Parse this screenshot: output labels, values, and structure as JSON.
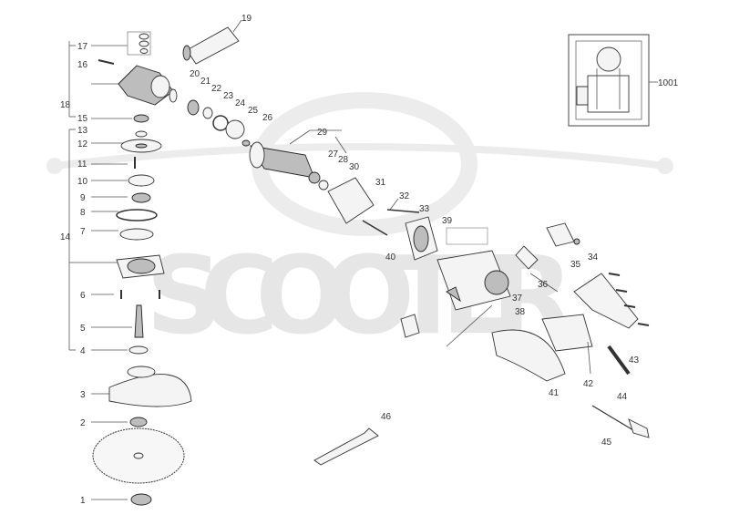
{
  "diagram": {
    "watermark_text": "SCOOTER",
    "inset_label": "1001",
    "left_labels": [
      "17",
      "16",
      "18",
      "15",
      "13",
      "12",
      "11",
      "10",
      "9",
      "8",
      "14",
      "7",
      "6",
      "5",
      "4",
      "3",
      "2",
      "1"
    ],
    "parts": [
      {
        "id": "p19",
        "label": "19"
      },
      {
        "id": "p20",
        "label": "20"
      },
      {
        "id": "p21",
        "label": "21"
      },
      {
        "id": "p22",
        "label": "22"
      },
      {
        "id": "p23",
        "label": "23"
      },
      {
        "id": "p24",
        "label": "24"
      },
      {
        "id": "p25",
        "label": "25"
      },
      {
        "id": "p26",
        "label": "26"
      },
      {
        "id": "p29",
        "label": "29"
      },
      {
        "id": "p27",
        "label": "27"
      },
      {
        "id": "p28",
        "label": "28"
      },
      {
        "id": "p30",
        "label": "30"
      },
      {
        "id": "p31",
        "label": "31"
      },
      {
        "id": "p32",
        "label": "32"
      },
      {
        "id": "p33",
        "label": "33"
      },
      {
        "id": "p39",
        "label": "39"
      },
      {
        "id": "p34",
        "label": "34"
      },
      {
        "id": "p35",
        "label": "35"
      },
      {
        "id": "p40",
        "label": "40"
      },
      {
        "id": "p36",
        "label": "36"
      },
      {
        "id": "p37",
        "label": "37"
      },
      {
        "id": "p38",
        "label": "38"
      },
      {
        "id": "p43",
        "label": "43"
      },
      {
        "id": "p42",
        "label": "42"
      },
      {
        "id": "p44",
        "label": "44"
      },
      {
        "id": "p41",
        "label": "41"
      },
      {
        "id": "p46",
        "label": "46"
      },
      {
        "id": "p45",
        "label": "45"
      }
    ]
  }
}
